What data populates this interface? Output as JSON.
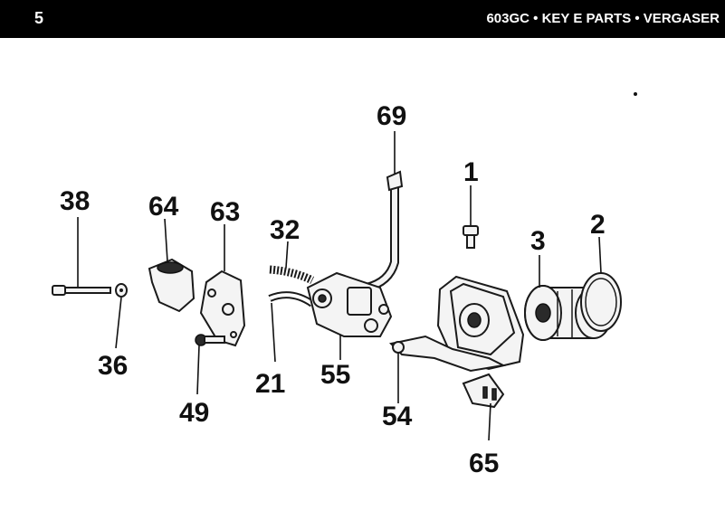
{
  "header": {
    "page_number": "5",
    "title": "603GC • KEY E PARTS • VERGASER"
  },
  "callouts": {
    "c1": "1",
    "c2": "2",
    "c3": "3",
    "c21": "21",
    "c32": "32",
    "c36": "36",
    "c38": "38",
    "c49": "49",
    "c54": "54",
    "c55": "55",
    "c63": "63",
    "c64": "64",
    "c65": "65",
    "c69": "69"
  }
}
